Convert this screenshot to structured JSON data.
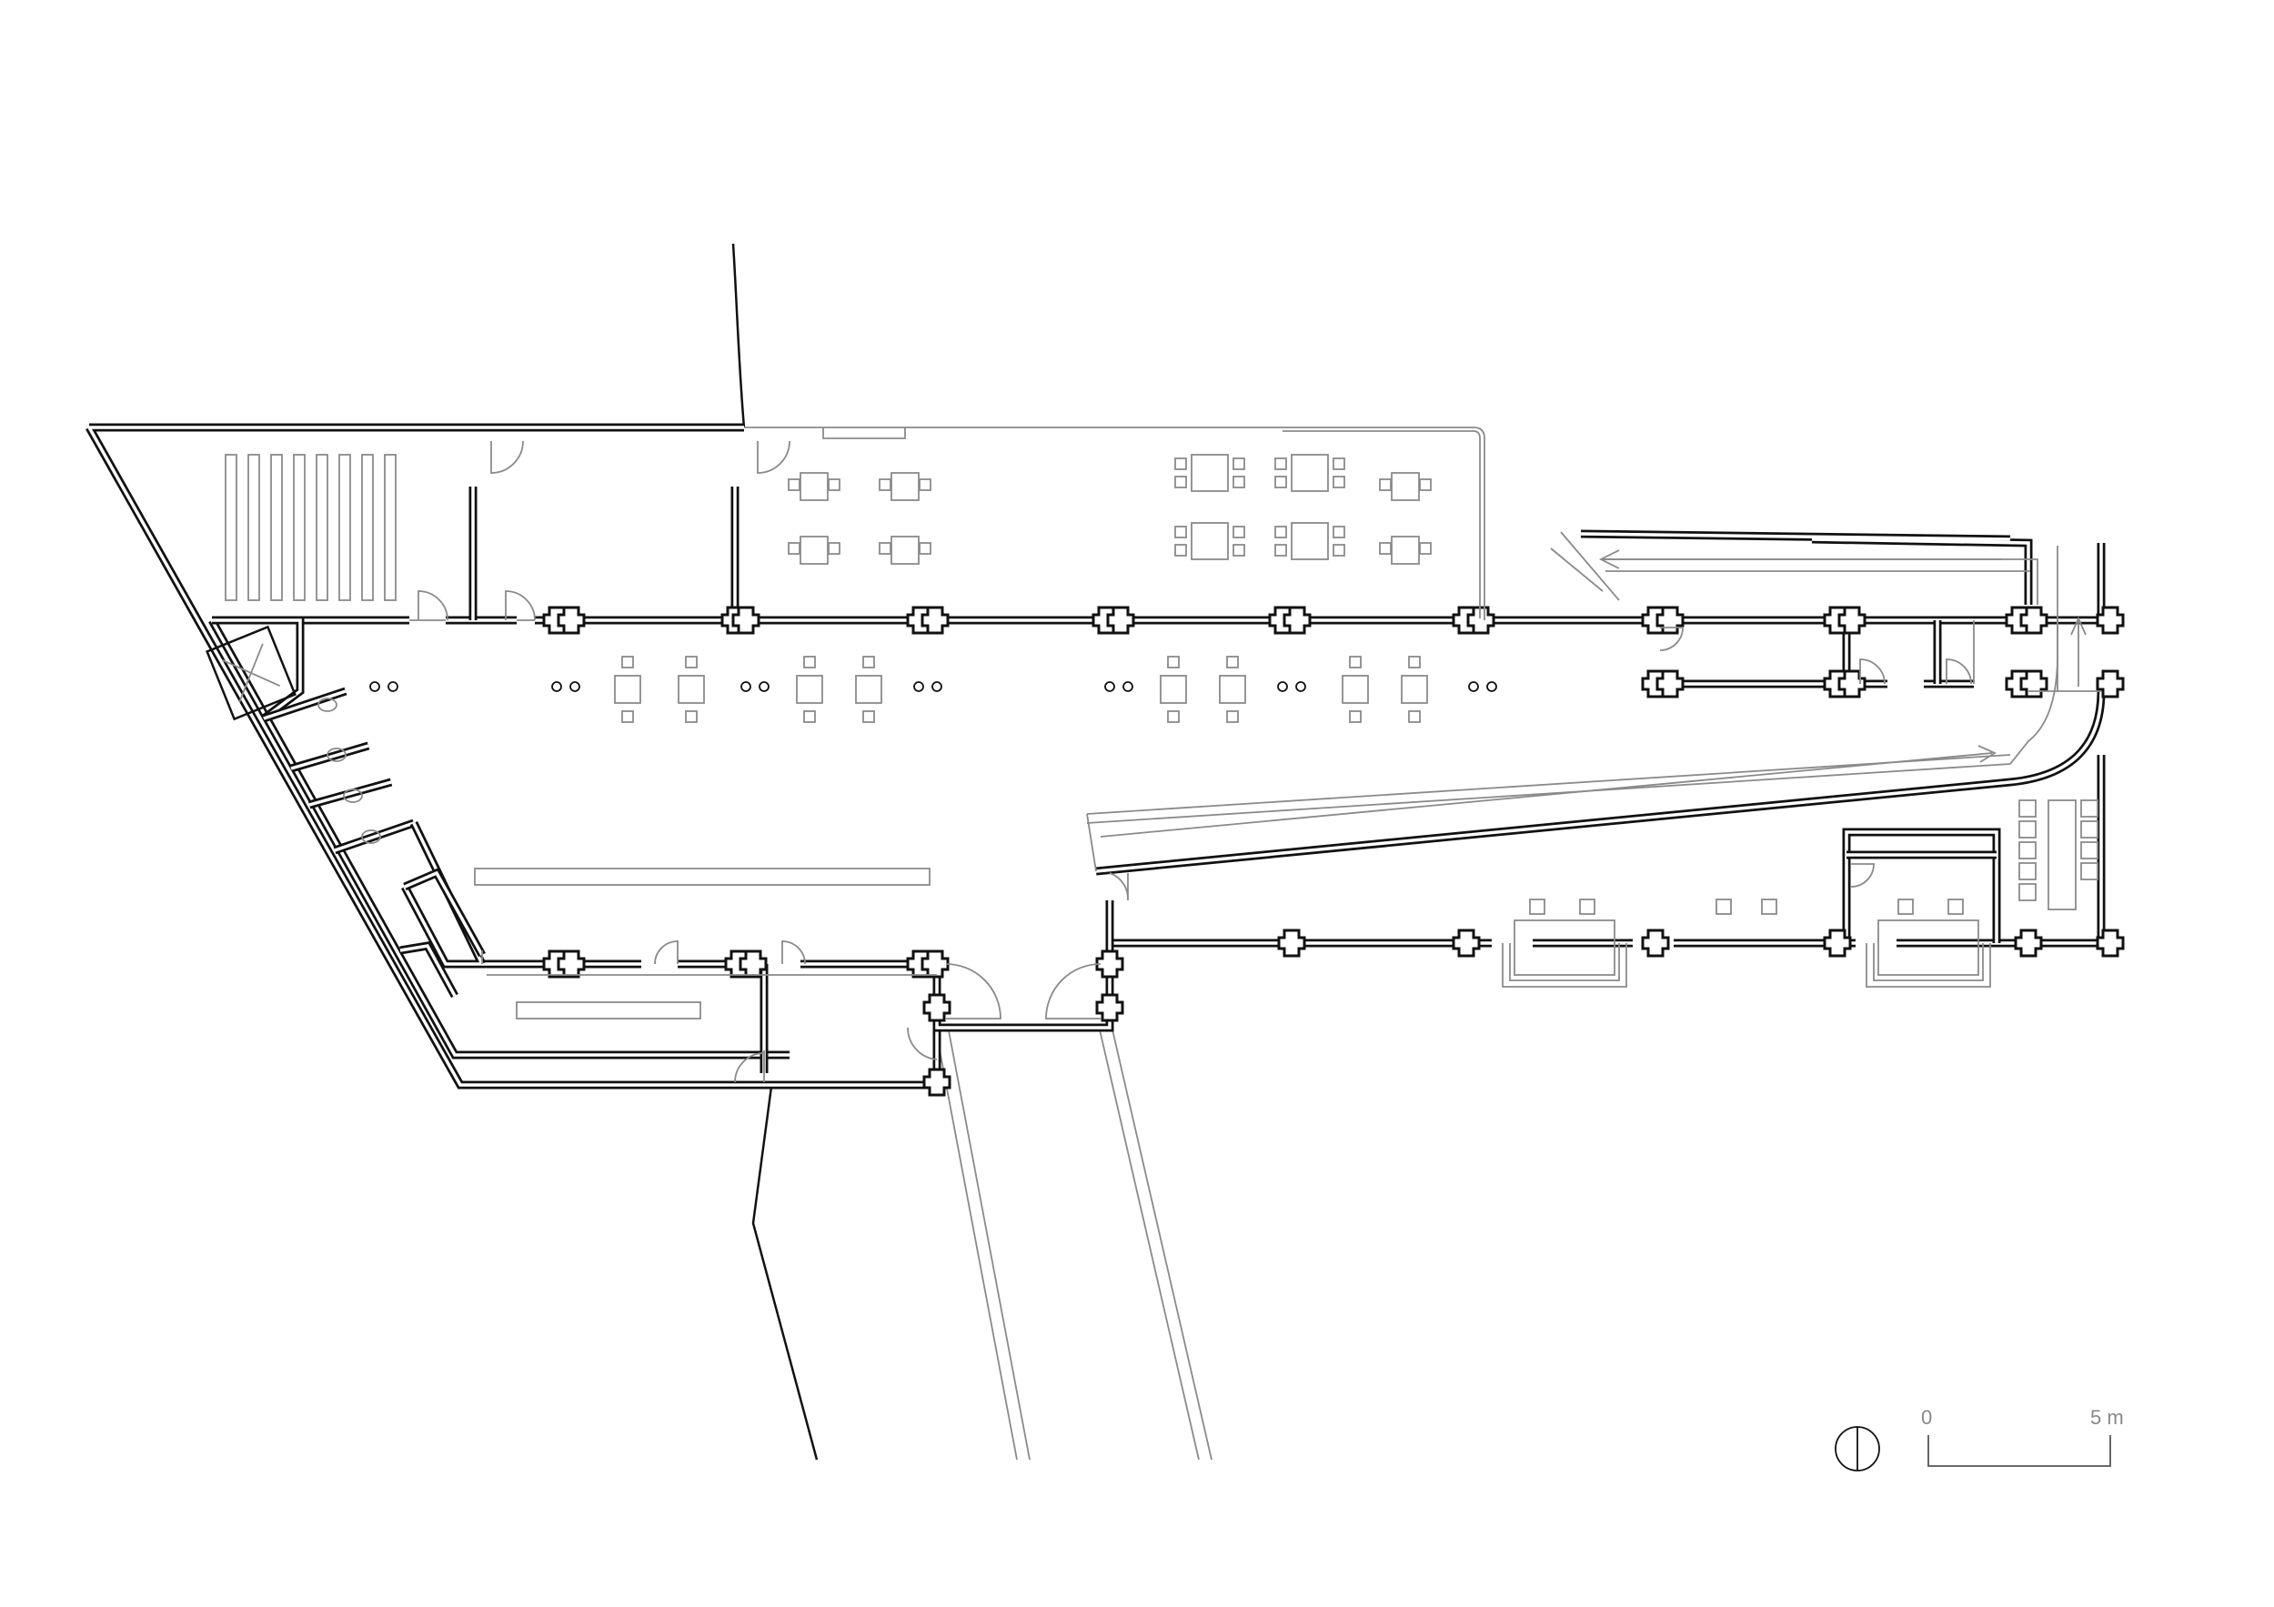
{
  "drawing": {
    "type": "architectural floor plan",
    "stroke_color": "#111111",
    "furniture_color": "#8a8a8a"
  },
  "scale_bar": {
    "start_label": "0",
    "end_label": "5 m"
  },
  "north_arrow": {
    "icon": "north-arrow-icon"
  }
}
